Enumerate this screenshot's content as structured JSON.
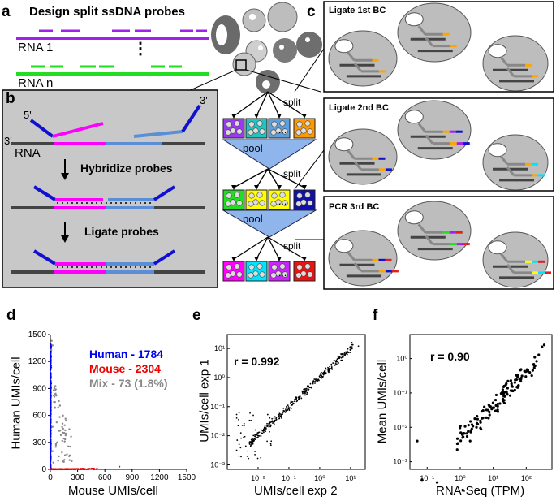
{
  "panels": {
    "a": "a",
    "b": "b",
    "c": "c",
    "d": "d",
    "e": "e",
    "f": "f"
  },
  "panel_a": {
    "title": "Design split ssDNA probes",
    "rna1": "RNA 1",
    "rnan": "RNA n",
    "dots": "⋮"
  },
  "panel_b": {
    "five_prime": "5'",
    "three_prime_top": "3'",
    "three_prime_rna": "3'",
    "rna": "RNA",
    "step1": "Hybridize probes",
    "step2": "Ligate probes"
  },
  "split_pool": {
    "split1": "split",
    "pool1": "pool",
    "split2": "split",
    "pool2": "pool",
    "split3": "split",
    "ellipsis": "..."
  },
  "panel_c": {
    "box1": "Ligate 1st BC",
    "box2": "Ligate 2nd BC",
    "box3": "PCR 3rd BC"
  },
  "colors": {
    "purple": "#a020f0",
    "green": "#22dd22",
    "magenta": "#ff00ff",
    "probe_blue": "#5a8fd8",
    "dark_blue": "#1010d0",
    "orange": "#ffa500",
    "cyan": "#00e5ff",
    "red": "#e02020",
    "gray_box": "#c8c8c8"
  },
  "chart_data": [
    {
      "type": "scatter",
      "xlabel": "Mouse UMIs/cell",
      "ylabel": "Human UMIs/cell",
      "xticks": [
        0,
        300,
        600,
        900,
        1200,
        1500
      ],
      "yticks": [
        0,
        300,
        600,
        900,
        1200,
        1500
      ],
      "xlim": [
        0,
        1500
      ],
      "ylim": [
        0,
        1500
      ],
      "series": [
        {
          "name": "Human - 1784",
          "color": "#0000ee",
          "count": 1784
        },
        {
          "name": "Mouse - 2304",
          "color": "#ee0000",
          "count": 2304
        },
        {
          "name": "Mix - 73 (1.8%)",
          "color": "#888888",
          "count": 73
        }
      ]
    },
    {
      "type": "scatter",
      "xlabel": "UMIs/cell exp 2",
      "ylabel": "UMIs/cell exp 1",
      "annotation": "r = 0.992",
      "log": true,
      "xticks": [
        "10⁻²",
        "10⁻¹",
        "10⁰",
        "10¹"
      ],
      "yticks": [
        "10⁻³",
        "10⁻²",
        "10⁻¹",
        "10⁰",
        "10¹"
      ],
      "xlim": [
        0.001,
        30
      ],
      "ylim": [
        0.0007,
        30
      ]
    },
    {
      "type": "scatter",
      "xlabel": "RNA-Seq (TPM)",
      "ylabel": "Mean UMIs/cell",
      "annotation": "r = 0.90",
      "log": true,
      "xticks": [
        "10⁻¹",
        "10⁰",
        "10¹",
        "10²"
      ],
      "yticks": [
        "10⁻³",
        "10⁻²",
        "10⁻¹",
        "10⁰"
      ],
      "xlim": [
        0.03,
        600
      ],
      "ylim": [
        0.0006,
        5
      ]
    }
  ]
}
